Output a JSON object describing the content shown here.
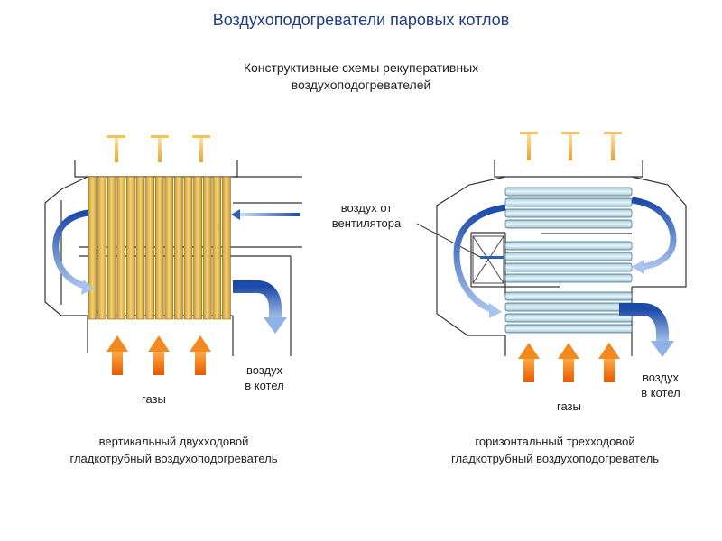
{
  "title": "Воздухоподогреватели паровых котлов",
  "subtitle_line1": "Конструктивные схемы рекуперативных",
  "subtitle_line2": "воздухоподогревателей",
  "left": {
    "gases_label": "газы",
    "air_label_line1": "воздух",
    "air_label_line2": "в котел",
    "caption_line1": "вертикальный двухходовой",
    "caption_line2": "гладкотрубный воздухоподогреватель"
  },
  "right": {
    "fan_label_line1": "воздух от",
    "fan_label_line2": "вентилятора",
    "gases_label": "газы",
    "air_label_line1": "воздух",
    "air_label_line2": "в котел",
    "caption_line1": "горизонтальный трехходовой",
    "caption_line2": "гладкотрубный воздухоподогреватель"
  },
  "colors": {
    "title": "#1f3c88",
    "tube_gold": "#e8b84a",
    "tube_light_blue": "#cfe6ee",
    "gas_arrow": "#f07a10",
    "air_arrow": "#2f5fb0",
    "outline": "#333333"
  }
}
